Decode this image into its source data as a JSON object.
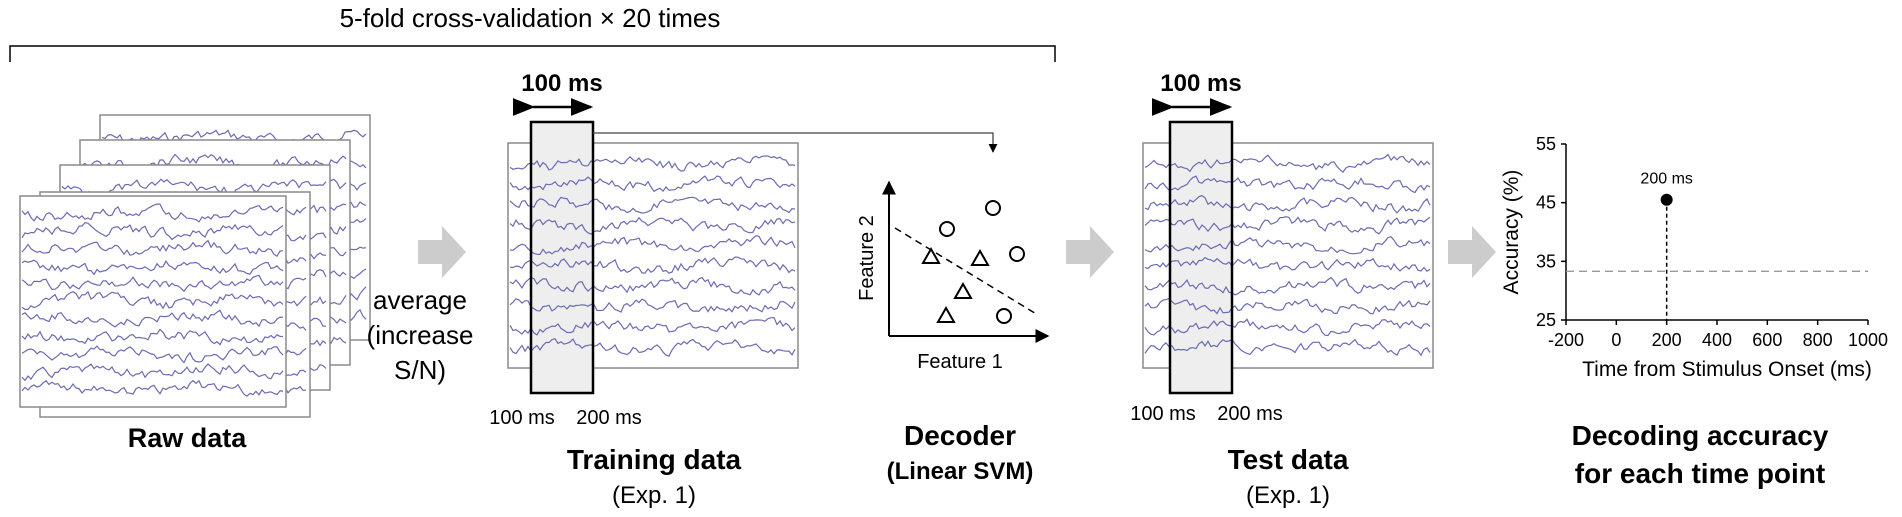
{
  "header": {
    "title": "5-fold cross-validation × 20 times"
  },
  "raw": {
    "title": "Raw data"
  },
  "average": {
    "line1": "average",
    "line2": "(increase",
    "line3": "S/N)"
  },
  "training": {
    "window_label": "100 ms",
    "tick_start": "100 ms",
    "tick_end": "200 ms",
    "title": "Training data",
    "subtitle": "(Exp. 1)"
  },
  "decoder": {
    "title": "Decoder",
    "subtitle": "(Linear SVM)",
    "xlabel": "Feature 1",
    "ylabel": "Feature 2"
  },
  "test": {
    "window_label": "100 ms",
    "tick_start": "100 ms",
    "tick_end": "200 ms",
    "title": "Test data",
    "subtitle": "(Exp. 1)"
  },
  "accuracy": {
    "title_line1": "Decoding accuracy",
    "title_line2": "for each time point",
    "point_label": "200 ms"
  },
  "chart_data": {
    "type": "scatter",
    "x": [
      200
    ],
    "y": [
      45.5
    ],
    "xlabel": "Time from Stimulus Onset (ms)",
    "ylabel": "Accuracy (%)",
    "xlim": [
      -200,
      1000
    ],
    "ylim": [
      25,
      55
    ],
    "xticks": [
      -200,
      0,
      200,
      400,
      600,
      800,
      1000
    ],
    "yticks": [
      25,
      35,
      45,
      55
    ],
    "chance_level": 33.3,
    "grid": false
  },
  "colors": {
    "trace": "#6b6bb3",
    "frame": "#8a8a8a",
    "arrow": "#cccccc"
  }
}
